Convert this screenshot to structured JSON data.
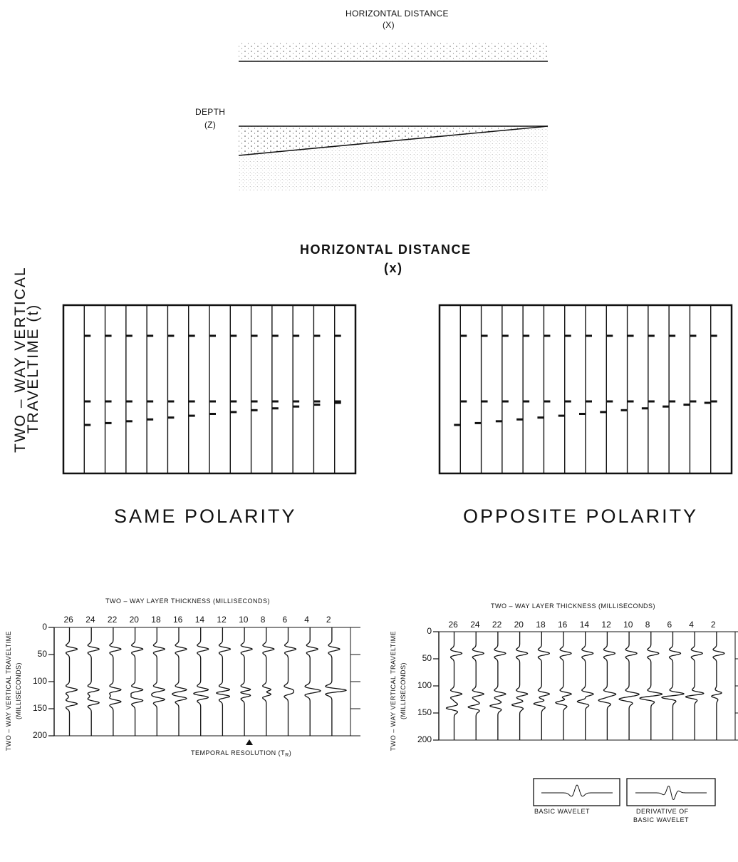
{
  "model": {
    "horizontal_label": "HORIZONTAL DISTANCE",
    "horizontal_var": "(X)",
    "depth_label": "DEPTH",
    "depth_var": "(Z)"
  },
  "sections": {
    "horizontal_label": "HORIZONTAL DISTANCE",
    "horizontal_var": "(x)",
    "vertical_label_1": "TWO – WAY VERTICAL",
    "vertical_label_2": "TRAVELTIME    (t)",
    "left_title": "SAME POLARITY",
    "right_title": "OPPOSITE POLARITY"
  },
  "synthetics": {
    "thickness_label": "TWO – WAY LAYER THICKNESS (MILLISECONDS)",
    "thickness_values": [
      "26",
      "24",
      "22",
      "20",
      "18",
      "16",
      "14",
      "12",
      "10",
      "8",
      "6",
      "4",
      "2"
    ],
    "y_label_1": "TWO – WAY VERTICAL TRAVELTIME",
    "y_label_2": "(MILLISECONDS)",
    "y_ticks": [
      "0",
      "50",
      "100",
      "150",
      "200"
    ],
    "temporal_resolution": "TEMPORAL RESOLUTION (T",
    "temporal_resolution_sub": "R",
    "temporal_resolution_end": ")",
    "legend_basic": "BASIC WAVELET",
    "legend_derivative_1": "DERIVATIVE OF",
    "legend_derivative_2": "BASIC WAVELET"
  },
  "colors": {
    "ink": "#111111"
  }
}
